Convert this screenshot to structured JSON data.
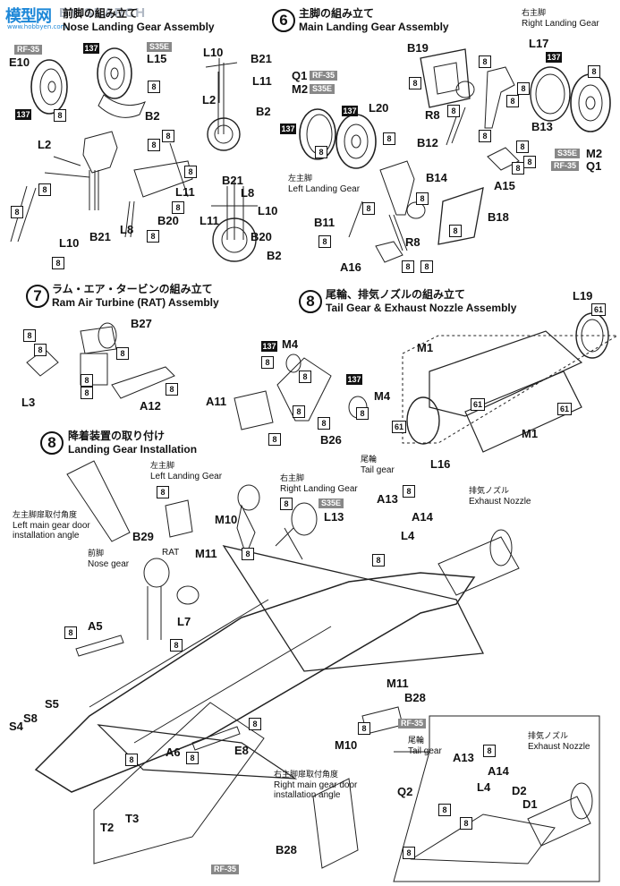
{
  "watermark": {
    "brand": "模型网",
    "sub": "www.hobbyen.com",
    "search": "BY SEARCH"
  },
  "steps": {
    "s5": {
      "jp": "前脚の組み立て",
      "en": "Nose Landing Gear Assembly"
    },
    "s6": {
      "num": "6",
      "jp": "主脚の組み立て",
      "en": "Main Landing Gear Assembly"
    },
    "s7": {
      "num": "7",
      "jp": "ラム・エア・タービンの組み立て",
      "en": "Ram Air Turbine (RAT) Assembly"
    },
    "s8a": {
      "num": "8",
      "jp": "尾輪、排気ノズルの組み立て",
      "en": "Tail Gear & Exhaust Nozzle Assembly"
    },
    "s8b": {
      "num": "8",
      "jp": "降着装置の取り付け",
      "en": "Landing Gear Installation"
    }
  },
  "notes": {
    "right_gear": {
      "jp": "右主脚",
      "en": "Right Landing Gear"
    },
    "left_gear_s6": {
      "jp": "左主脚",
      "en": "Left Landing Gear"
    },
    "left_gear_s8": {
      "jp": "左主脚",
      "en": "Left Landing Gear"
    },
    "right_gear_s8": {
      "jp": "右主脚",
      "en": "Right Landing Gear"
    },
    "tail_gear": {
      "jp": "尾輪",
      "en": "Tail gear"
    },
    "exhaust": {
      "jp": "排気ノズル",
      "en": "Exhaust Nozzle"
    },
    "left_door": {
      "jp": "左主脚扉取付角度",
      "en1": "Left main gear door",
      "en2": "installation angle"
    },
    "nose": {
      "jp": "前脚",
      "en": "Nose gear"
    },
    "rat": {
      "en": "RAT"
    },
    "right_door": {
      "jp": "右主脚扉取付角度",
      "en1": "Right main gear door",
      "en2": "installation angle"
    },
    "tail_gear2": {
      "jp": "尾輪",
      "en": "Tail gear"
    },
    "exhaust2": {
      "jp": "排気ノズル",
      "en": "Exhaust Nozzle"
    }
  },
  "tags": {
    "rf35": "RF-35",
    "s35e": "S35E"
  },
  "badges": {
    "eight": "8",
    "b137": "137",
    "b61": "61"
  },
  "parts": {
    "E10": "E10",
    "L15": "L15",
    "B2": "B2",
    "L2": "L2",
    "L11": "L11",
    "B20": "B20",
    "L8": "L8",
    "L10": "L10",
    "B21": "B21",
    "Q1": "Q1",
    "M2": "M2",
    "L20": "L20",
    "B19": "B19",
    "R8": "R8",
    "B12": "B12",
    "B13": "B13",
    "L17": "L17",
    "A15": "A15",
    "B14": "B14",
    "B11": "B11",
    "B18": "B18",
    "A16": "A16",
    "B27": "B27",
    "L3": "L3",
    "A12": "A12",
    "M4": "M4",
    "A11": "A11",
    "B26": "B26",
    "M1": "M1",
    "L19": "L19",
    "L16": "L16",
    "B29": "B29",
    "M10": "M10",
    "M11": "M11",
    "L13": "L13",
    "A13": "A13",
    "A14": "A14",
    "L4": "L4",
    "A5": "A5",
    "L7": "L7",
    "S5": "S5",
    "S4": "S4",
    "S8": "S8",
    "A6": "A6",
    "B28": "B28",
    "E8": "E8",
    "T2": "T2",
    "T3": "T3",
    "Q2": "Q2",
    "D2": "D2",
    "D1": "D1"
  }
}
